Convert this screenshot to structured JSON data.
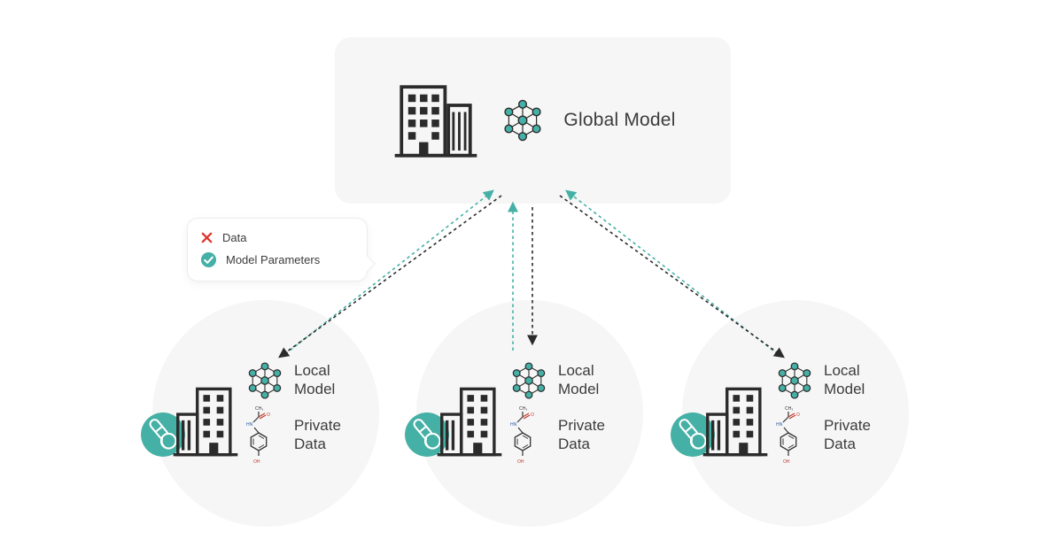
{
  "global": {
    "label": "Global Model"
  },
  "legend": {
    "data": {
      "label": "Data"
    },
    "params": {
      "label": "Model Parameters"
    }
  },
  "nodes": [
    {
      "model_label": "Local Model",
      "data_label": "Private Data"
    },
    {
      "model_label": "Local Model",
      "data_label": "Private Data"
    },
    {
      "model_label": "Local Model",
      "data_label": "Private Data"
    }
  ],
  "icons": {
    "building": "building-icon",
    "neural_network": "neural-network-icon",
    "molecule": "molecule-icon",
    "pills": "pills-icon",
    "cross": "red-cross-icon",
    "check": "teal-check-icon"
  },
  "colors": {
    "teal": "#45b0a5",
    "dark": "#2b2b2b",
    "red": "#e0312e",
    "panel_bg": "#f6f6f6",
    "text": "#3c3c3c"
  }
}
